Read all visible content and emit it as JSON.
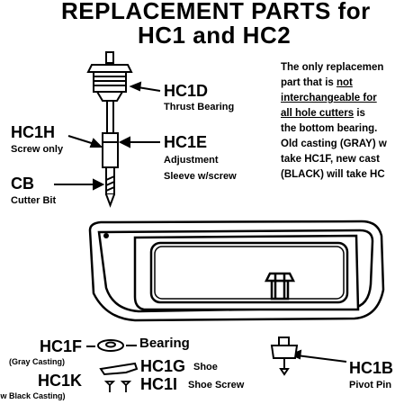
{
  "title": {
    "line1": "REPLACEMENT PARTS for",
    "line2": "HC1 and HC2"
  },
  "note": {
    "line1": "The only replacemen",
    "line2_a": "part that is ",
    "line2_b": "not",
    "line3": "interchangeable for",
    "line4_a": "all hole cutters",
    "line4_b": " is",
    "line5": "the bottom bearing.",
    "line6": "Old casting (GRAY) w",
    "line7": "take HC1F, new cast",
    "line8": "(BLACK) will take HC"
  },
  "parts": {
    "hc1d": {
      "code": "HC1D",
      "desc": "Thrust Bearing"
    },
    "hc1h": {
      "code": "HC1H",
      "desc": "Screw only"
    },
    "hc1e": {
      "code": "HC1E",
      "desc1": "Adjustment",
      "desc2": "Sleeve w/screw"
    },
    "cb": {
      "code": "CB",
      "desc": "Cutter Bit"
    },
    "hc1f": {
      "code": "HC1F",
      "desc": "(Gray Casting)",
      "label": "Bearing"
    },
    "hc1k": {
      "code": "HC1K",
      "desc": "(New Black Casting)"
    },
    "hc1g": {
      "code": "HC1G",
      "desc": "Shoe"
    },
    "hc1i": {
      "code": "HC1I",
      "desc": "Shoe Screw"
    },
    "hc1b": {
      "code": "HC1B",
      "desc": "Pivot Pin"
    }
  }
}
